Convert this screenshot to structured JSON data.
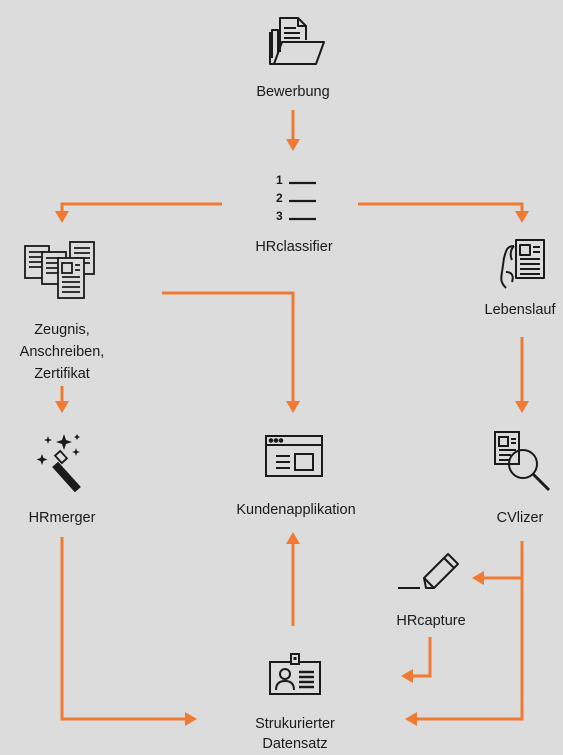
{
  "colors": {
    "background": "#dcdcdc",
    "arrow": "#f07a32",
    "icon": "#1a1a1a"
  },
  "nodes": {
    "bewerbung": {
      "label": "Bewerbung",
      "icon": "folder-documents-icon"
    },
    "hrclassifier": {
      "label": "HRclassifier",
      "icon": "numbered-list-icon",
      "list_numbers": [
        "1",
        "2",
        "3"
      ]
    },
    "zeugnis": {
      "label_lines": [
        "Zeugnis,",
        "Anschreiben,",
        "Zertifikat"
      ],
      "icon": "stacked-documents-icon"
    },
    "lebenslauf": {
      "label": "Lebenslauf",
      "icon": "cv-document-icon"
    },
    "hrmerger": {
      "label": "HRmerger",
      "icon": "magic-wand-icon"
    },
    "kundenapplikation": {
      "label": "Kundenapplikation",
      "icon": "application-window-icon"
    },
    "cvlizer": {
      "label": "CVlizer",
      "icon": "document-search-icon"
    },
    "hrcapture": {
      "label": "HRcapture",
      "icon": "pen-signature-icon"
    },
    "datensatz": {
      "label_lines": [
        "Strukurierter",
        "Datensatz"
      ],
      "icon": "id-card-icon"
    }
  }
}
